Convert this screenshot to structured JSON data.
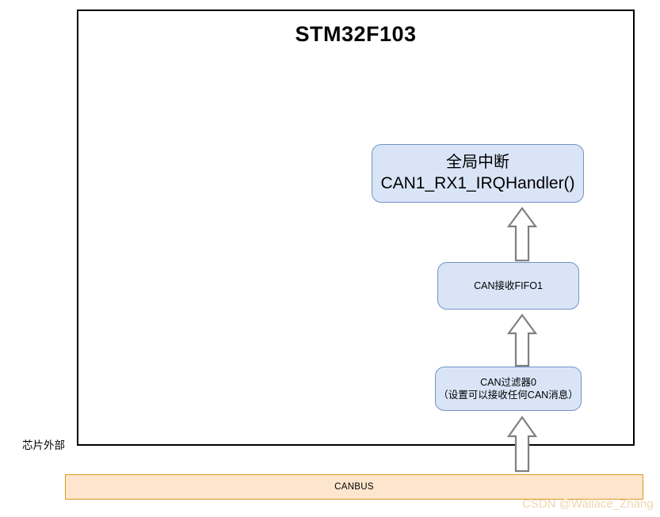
{
  "diagram": {
    "title": "STM32F103",
    "outside_label": "芯片外部",
    "boxes": {
      "irq": {
        "line1": "全局中断",
        "line2": "CAN1_RX1_IRQHandler()"
      },
      "fifo": {
        "line1": "CAN接收FIFO1"
      },
      "filter": {
        "line1": "CAN过滤器0",
        "line2": "（设置可以接收任何CAN消息）"
      }
    },
    "bus": {
      "label": "CANBUS"
    },
    "arrows": [
      {
        "name": "fifo-to-irq",
        "direction": "up"
      },
      {
        "name": "filter-to-fifo",
        "direction": "up"
      },
      {
        "name": "canbus-to-filter",
        "direction": "up"
      }
    ],
    "colors": {
      "box_fill": "#d9e5f7",
      "box_border": "#7193c4",
      "bus_fill": "#fde6cd",
      "bus_border": "#d79b22",
      "chip_border": "#000000",
      "arrow_stroke": "#808080",
      "watermark": "#f0d5b0"
    }
  },
  "watermark": {
    "text": "CSDN @Wallace_Zhang"
  }
}
